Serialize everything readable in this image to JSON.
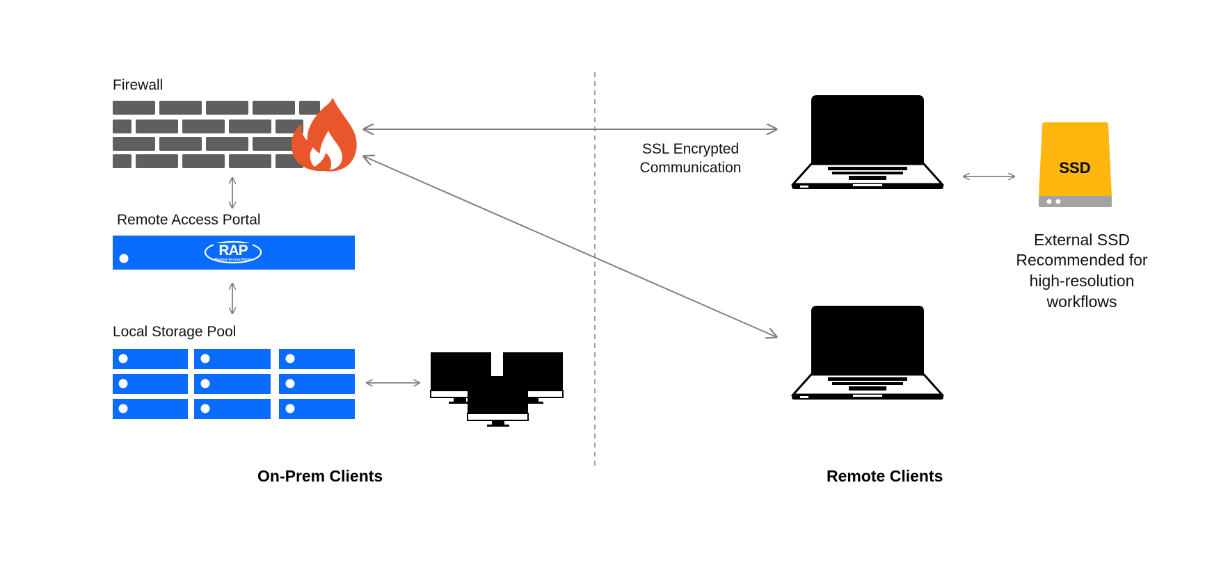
{
  "on_prem": {
    "title": "On-Prem Clients",
    "firewall_label": "Firewall",
    "portal_label": "Remote Access Portal",
    "portal_logo": "RAP",
    "portal_logo_sub": "Remote Access Portal",
    "storage_label": "Local Storage Pool"
  },
  "remote": {
    "title": "Remote Clients",
    "ssl_label_line1": "SSL Encrypted",
    "ssl_label_line2": "Communication",
    "ssd_badge": "SSD",
    "ssd_note": [
      "External SSD",
      "Recommended for",
      "high-resolution",
      "workflows"
    ]
  },
  "colors": {
    "brick": "#5f5f5f",
    "flame_outer": "#e9562b",
    "flame_inner": "#ffffff",
    "rack_blue": "#0a6bff",
    "ssd_yellow": "#ffb70f",
    "ssd_grey": "#a3a3a3",
    "arrow": "#808080",
    "divider": "#a0a0a0",
    "device": "#000000"
  },
  "icons": [
    "firewall-bricks-icon",
    "flame-icon",
    "server-rack-icon",
    "storage-pool-icon",
    "desktop-monitor-icon",
    "laptop-icon",
    "ssd-drive-icon"
  ]
}
